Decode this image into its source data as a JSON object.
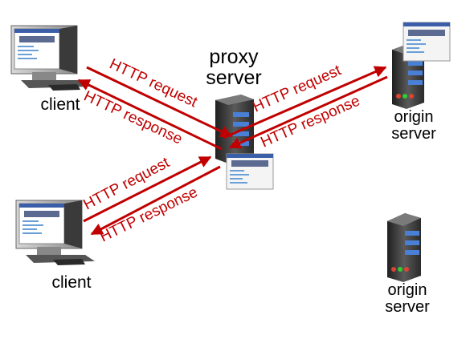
{
  "nodes": {
    "client_top": {
      "label": "client",
      "icon": "desktop-computer-icon"
    },
    "client_bottom": {
      "label": "client",
      "icon": "desktop-computer-icon"
    },
    "proxy": {
      "label": "proxy\nserver",
      "icon": "server-tower-icon"
    },
    "origin_top": {
      "label": "origin\nserver",
      "icon": "server-tower-icon"
    },
    "origin_bottom": {
      "label": "origin\nserver",
      "icon": "server-tower-icon"
    }
  },
  "edges": {
    "req_client_top": "HTTP request",
    "resp_client_top": "HTTP response",
    "req_origin": "HTTP request",
    "resp_origin": "HTTP response",
    "req_client_bottom": "HTTP request",
    "resp_client_bottom": "HTTP response"
  },
  "colors": {
    "arrow": "#c00000",
    "server_body": "#3a3a3a",
    "stripe": "#4a7fd6"
  }
}
